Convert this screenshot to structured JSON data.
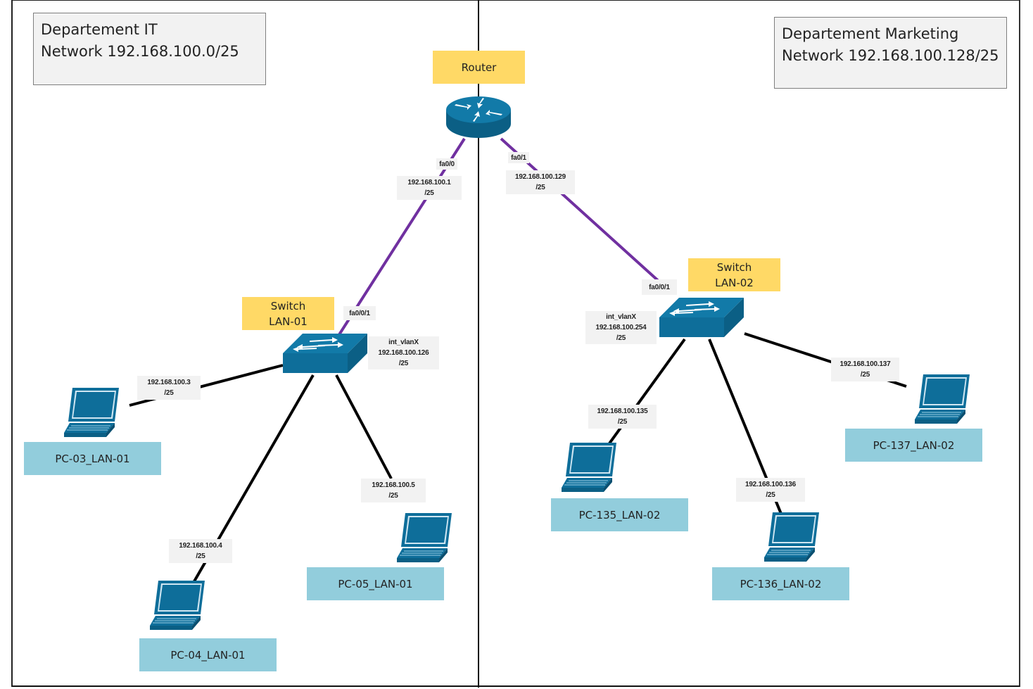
{
  "departments": {
    "it": {
      "title": "Departement IT",
      "network": "Network 192.168.100.0/25"
    },
    "marketing": {
      "title": "Departement Marketing",
      "network": "Network 192.168.100.128/25"
    }
  },
  "router": {
    "label": "Router",
    "interfaces": {
      "left": {
        "port": "fa0/0",
        "ip": "192.168.100.1",
        "mask": "/25"
      },
      "right": {
        "port": "fa0/1",
        "ip": "192.168.100.129",
        "mask": "/25"
      }
    }
  },
  "switches": {
    "lan01": {
      "label_line1": "Switch",
      "label_line2": "LAN-01",
      "uplink_port": "fa0/0/1",
      "vlan_name": "int_vlanX",
      "vlan_ip": "192.168.100.126",
      "vlan_mask": "/25"
    },
    "lan02": {
      "label_line1": "Switch",
      "label_line2": "LAN-02",
      "uplink_port": "fa0/0/1",
      "vlan_name": "int_vlanX",
      "vlan_ip": "192.168.100.254",
      "vlan_mask": "/25"
    }
  },
  "pcs": {
    "pc03": {
      "name": "PC-03_LAN-01",
      "ip": "192.168.100.3",
      "mask": "/25"
    },
    "pc04": {
      "name": "PC-04_LAN-01",
      "ip": "192.168.100.4",
      "mask": "/25"
    },
    "pc05": {
      "name": "PC-05_LAN-01",
      "ip": "192.168.100.5",
      "mask": "/25"
    },
    "pc135": {
      "name": "PC-135_LAN-02",
      "ip": "192.168.100.135",
      "mask": "/25"
    },
    "pc136": {
      "name": "PC-136_LAN-02",
      "ip": "192.168.100.136",
      "mask": "/25"
    },
    "pc137": {
      "name": "PC-137_LAN-02",
      "ip": "192.168.100.137",
      "mask": "/25"
    }
  },
  "colors": {
    "router_link": "#7030a0",
    "lan_link": "#000000",
    "device": "#0e6e9a",
    "label_yellow": "#ffd966",
    "label_pc": "#92cddc",
    "ip_box": "#f2f2f2"
  }
}
